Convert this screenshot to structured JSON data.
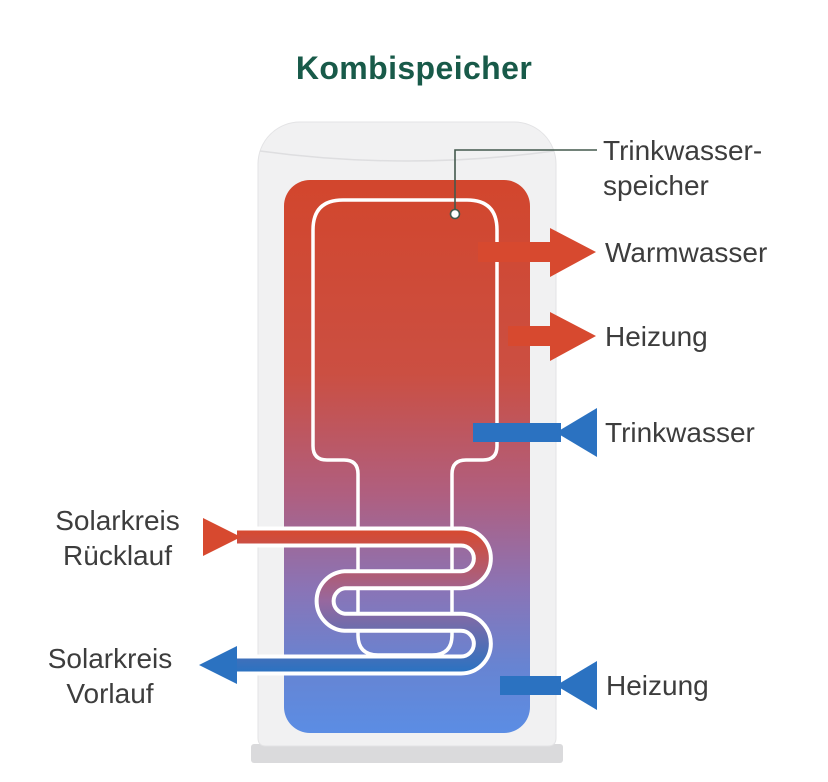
{
  "title": "Kombispeicher",
  "colors": {
    "title_green": "#185a49",
    "text": "#3d3d3d",
    "red": "#d7492f",
    "blue": "#2b72c1",
    "tank_outer": "#f1f1f2",
    "tank_base": "#dadadc",
    "vessel_outline": "#ffffff",
    "pointer_line": "#43594d",
    "grad_top": "#d2462d",
    "grad_red": "#cb4f42",
    "grad_mauve": "#af5f80",
    "grad_violet": "#8a74b6",
    "grad_blue": "#6784d2",
    "grad_bottom": "#5b8de4",
    "coil_top": "#d7492f",
    "coil_mid": "#97689f",
    "coil_bottom": "#2b72c1"
  },
  "labels": {
    "inner_tank_line1": "Trinkwasser-",
    "inner_tank_line2": "speicher",
    "warm_water": "Warmwasser",
    "heating_top": "Heizung",
    "drinking_water": "Trinkwasser",
    "heating_bottom": "Heizung",
    "solar_return_line1": "Solarkreis",
    "solar_return_line2": "Rücklauf",
    "solar_flow_line1": "Solarkreis",
    "solar_flow_line2": "Vorlauf"
  }
}
